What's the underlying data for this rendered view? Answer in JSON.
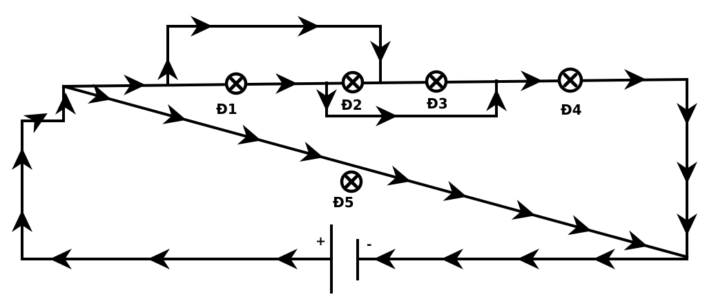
{
  "diagram": {
    "type": "electric-circuit",
    "lamps": [
      {
        "id": "d1",
        "label": "Đ1"
      },
      {
        "id": "d2",
        "label": "Đ2"
      },
      {
        "id": "d3",
        "label": "Đ3"
      },
      {
        "id": "d4",
        "label": "Đ4"
      },
      {
        "id": "d5",
        "label": "Đ5"
      }
    ],
    "battery": {
      "positive_label": "+",
      "negative_label": "-"
    },
    "icons": {
      "lamp": "lamp-icon",
      "arrow": "current-direction-arrow-icon",
      "battery": "battery-icon"
    },
    "colors": {
      "stroke": "#000000",
      "background": "#ffffff"
    }
  }
}
